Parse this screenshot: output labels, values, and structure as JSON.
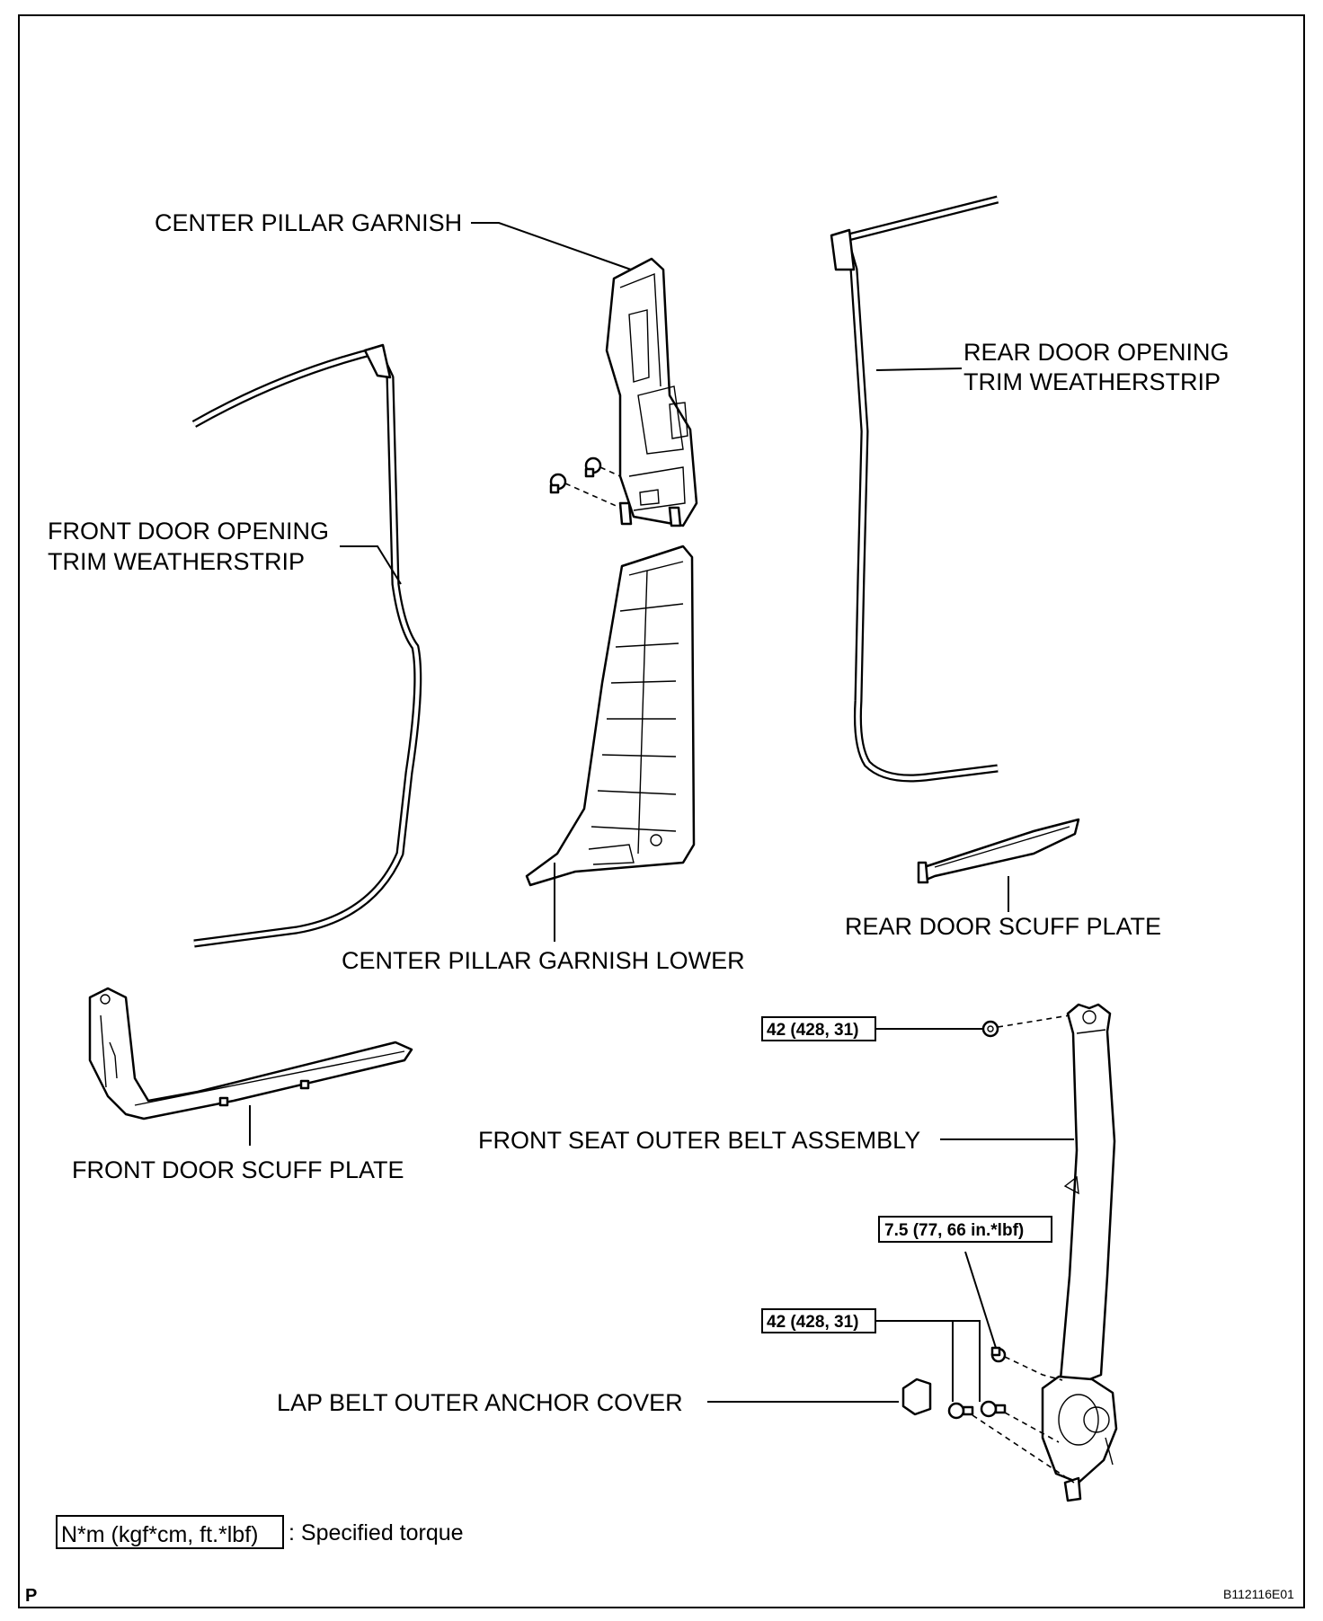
{
  "labels": {
    "center_pillar_garnish": "CENTER PILLAR GARNISH",
    "rear_door_weatherstrip_line1": "REAR DOOR OPENING",
    "rear_door_weatherstrip_line2": "TRIM WEATHERSTRIP",
    "front_door_weatherstrip_line1": "FRONT DOOR OPENING",
    "front_door_weatherstrip_line2": "TRIM WEATHERSTRIP",
    "rear_door_scuff_plate": "REAR DOOR SCUFF PLATE",
    "center_pillar_garnish_lower": "CENTER PILLAR GARNISH LOWER",
    "front_door_scuff_plate": "FRONT DOOR SCUFF PLATE",
    "front_seat_outer_belt_assembly": "FRONT SEAT OUTER BELT ASSEMBLY",
    "lap_belt_outer_anchor_cover": "LAP BELT OUTER ANCHOR COVER"
  },
  "torques": {
    "upper_anchor": "42 (428, 31)",
    "retractor_bolt": "7.5 (77, 66 in.*lbf)",
    "lower_anchor": "42 (428, 31)"
  },
  "legend": {
    "box_text": "N*m (kgf*cm, ft.*lbf)",
    "description": ": Specified torque"
  },
  "footer": {
    "page_letter": "P",
    "figure_code": "B112116E01"
  }
}
